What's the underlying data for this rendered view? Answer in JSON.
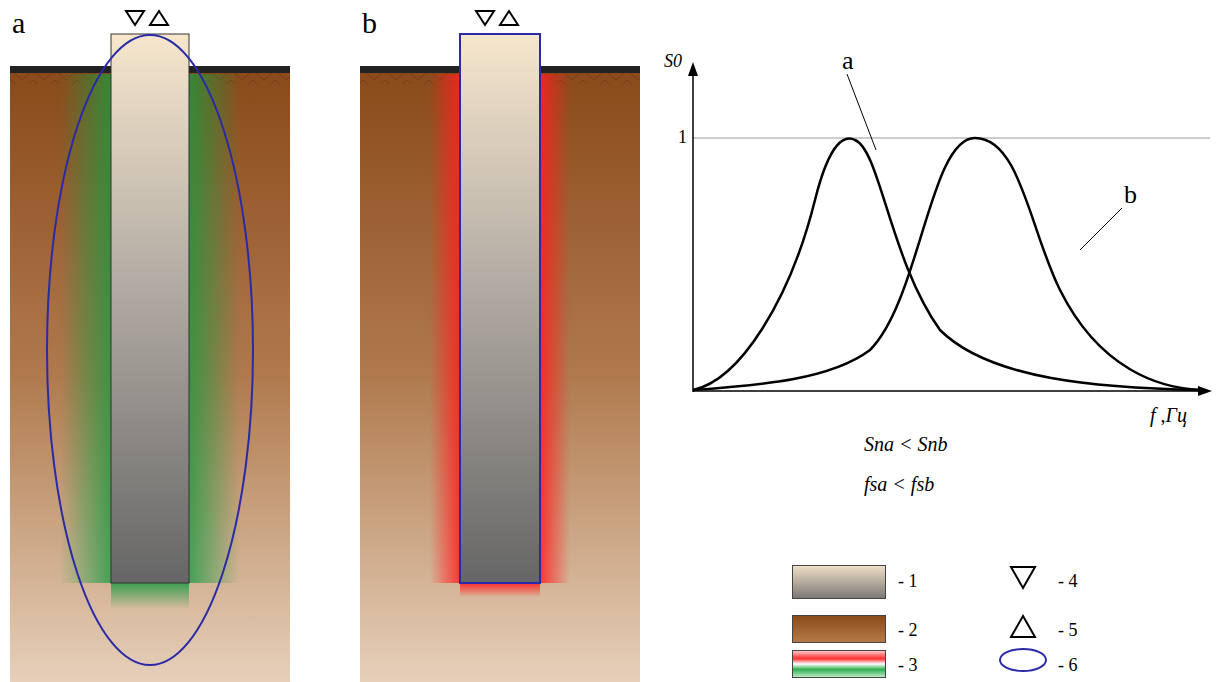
{
  "diagram": {
    "labels": [
      "a",
      "b",
      "S0",
      "1",
      "a",
      "b",
      "f ,Гц",
      "Sna < Snb",
      "fsa < fsb"
    ],
    "legend": [
      {
        "text": "- 1"
      },
      {
        "text": "- 2"
      },
      {
        "text": "- 3"
      },
      {
        "text": "- 4"
      },
      {
        "text": "- 5"
      },
      {
        "text": "- 6"
      }
    ]
  }
}
